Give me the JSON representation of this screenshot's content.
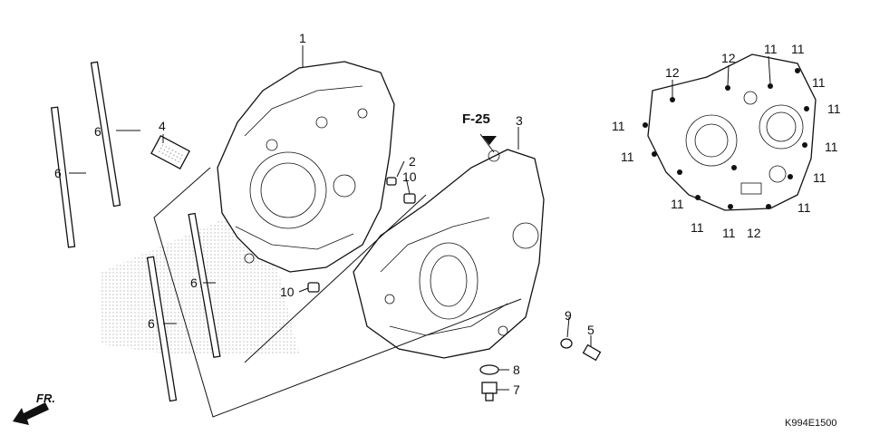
{
  "diagram": {
    "reference_label": "F-25",
    "direction_label": "FR.",
    "diagram_code": "K994E1500",
    "callouts": [
      {
        "id": "c1",
        "text": "1"
      },
      {
        "id": "c2",
        "text": "2"
      },
      {
        "id": "c3",
        "text": "3"
      },
      {
        "id": "c4",
        "text": "4"
      },
      {
        "id": "c5",
        "text": "5"
      },
      {
        "id": "c6a",
        "text": "6"
      },
      {
        "id": "c6b",
        "text": "6"
      },
      {
        "id": "c6c",
        "text": "6"
      },
      {
        "id": "c6d",
        "text": "6"
      },
      {
        "id": "c7",
        "text": "7"
      },
      {
        "id": "c8",
        "text": "8"
      },
      {
        "id": "c9",
        "text": "9"
      },
      {
        "id": "c10a",
        "text": "10"
      },
      {
        "id": "c10b",
        "text": "10"
      },
      {
        "id": "c11a",
        "text": "11"
      },
      {
        "id": "c11b",
        "text": "11"
      },
      {
        "id": "c11c",
        "text": "11"
      },
      {
        "id": "c11d",
        "text": "11"
      },
      {
        "id": "c11e",
        "text": "11"
      },
      {
        "id": "c11f",
        "text": "11"
      },
      {
        "id": "c11g",
        "text": "11"
      },
      {
        "id": "c11h",
        "text": "11"
      },
      {
        "id": "c11i",
        "text": "11"
      },
      {
        "id": "c11j",
        "text": "11"
      },
      {
        "id": "c11k",
        "text": "11"
      },
      {
        "id": "c11l",
        "text": "11"
      },
      {
        "id": "c12a",
        "text": "12"
      },
      {
        "id": "c12b",
        "text": "12"
      },
      {
        "id": "c12c",
        "text": "12"
      }
    ]
  }
}
